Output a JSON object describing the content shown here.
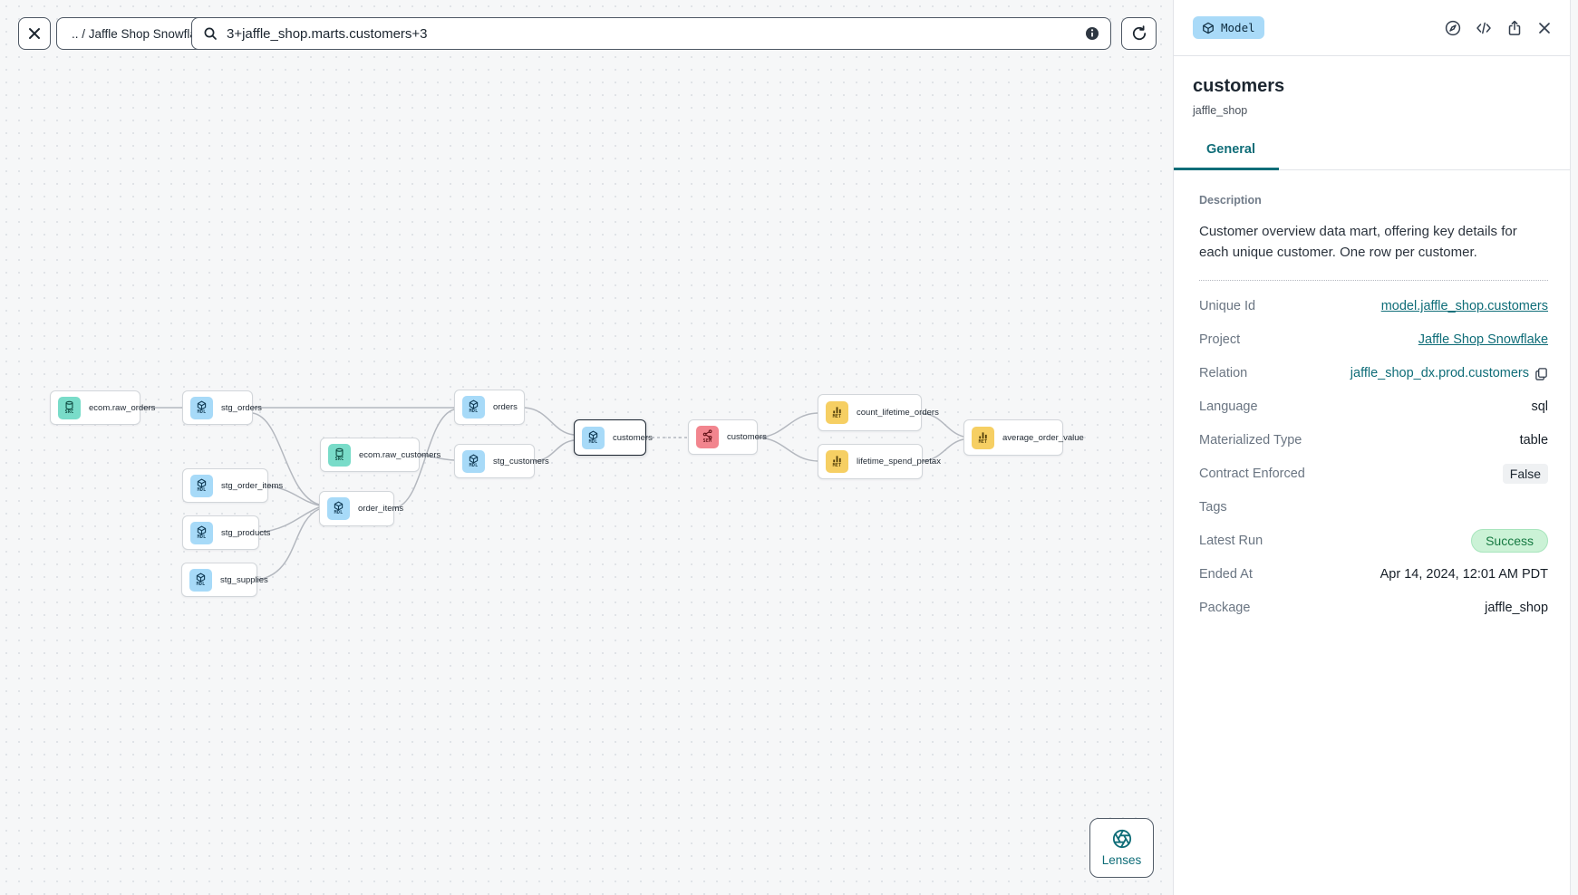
{
  "topbar": {
    "breadcrumb": ".. / Jaffle Shop Snowflake",
    "search_value": "3+jaffle_shop.marts.customers+3"
  },
  "canvas": {
    "kinds": {
      "src": {
        "label": "SRC",
        "bg": "#79dcc9",
        "fg": "#0e4a40"
      },
      "mdl": {
        "label": "MDL",
        "bg": "#a7daf8",
        "fg": "#103a54"
      },
      "sem": {
        "label": "SEM",
        "bg": "#f2858e",
        "fg": "#611016"
      },
      "met": {
        "label": "MET",
        "bg": "#f6cf63",
        "fg": "#4f3c08"
      }
    },
    "nodes": [
      {
        "id": "raw_orders",
        "label": "ecom.raw_orders",
        "kind": "src",
        "selected": false
      },
      {
        "id": "stg_orders",
        "label": "stg_orders",
        "kind": "mdl",
        "selected": false
      },
      {
        "id": "stg_order_items",
        "label": "stg_order_items",
        "kind": "mdl",
        "selected": false
      },
      {
        "id": "stg_products",
        "label": "stg_products",
        "kind": "mdl",
        "selected": false
      },
      {
        "id": "stg_supplies",
        "label": "stg_supplies",
        "kind": "mdl",
        "selected": false
      },
      {
        "id": "raw_customers",
        "label": "ecom.raw_customers",
        "kind": "src",
        "selected": false
      },
      {
        "id": "order_items",
        "label": "order_items",
        "kind": "mdl",
        "selected": false
      },
      {
        "id": "orders",
        "label": "orders",
        "kind": "mdl",
        "selected": false
      },
      {
        "id": "stg_customers",
        "label": "stg_customers",
        "kind": "mdl",
        "selected": false
      },
      {
        "id": "customers_mdl",
        "label": "customers",
        "kind": "mdl",
        "selected": true
      },
      {
        "id": "customers_sem",
        "label": "customers",
        "kind": "sem",
        "selected": false
      },
      {
        "id": "count_lifetime_orders",
        "label": "count_lifetime_orders",
        "kind": "met",
        "selected": false
      },
      {
        "id": "lifetime_spend_pretax",
        "label": "lifetime_spend_pretax",
        "kind": "met",
        "selected": false
      },
      {
        "id": "average_order_value",
        "label": "average_order_value",
        "kind": "met",
        "selected": false
      }
    ],
    "lenses_label": "Lenses"
  },
  "panel": {
    "type_badge": "Model",
    "title": "customers",
    "subtitle": "jaffle_shop",
    "tab": "General",
    "description_label": "Description",
    "description": "Customer overview data mart, offering key details for each unique customer. One row per customer.",
    "fields": [
      {
        "label": "Unique Id",
        "value": "model.jaffle_shop.customers",
        "type": "link"
      },
      {
        "label": "Project",
        "value": "Jaffle Shop Snowflake",
        "type": "link"
      },
      {
        "label": "Relation",
        "value": "jaffle_shop_dx.prod.customers",
        "type": "copy"
      },
      {
        "label": "Language",
        "value": "sql",
        "type": "text"
      },
      {
        "label": "Materialized Type",
        "value": "table",
        "type": "text"
      },
      {
        "label": "Contract Enforced",
        "value": "False",
        "type": "badge-gray"
      },
      {
        "label": "Tags",
        "value": "",
        "type": "empty"
      },
      {
        "label": "Latest Run",
        "value": "Success",
        "type": "badge-green"
      },
      {
        "label": "Ended At",
        "value": "Apr 14, 2024, 12:01 AM PDT",
        "type": "text"
      },
      {
        "label": "Package",
        "value": "jaffle_shop",
        "type": "text"
      }
    ],
    "colors": {
      "accent": "#0f6d78",
      "success_bg": "#cbf2d6",
      "success_fg": "#177a42"
    }
  }
}
